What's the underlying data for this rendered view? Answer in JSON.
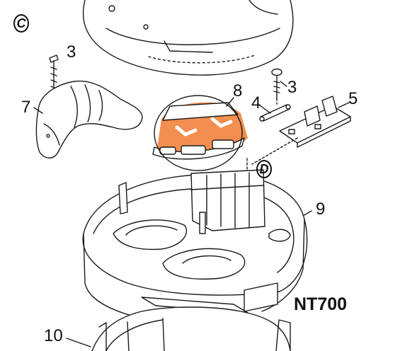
{
  "diagram": {
    "model": "NT700",
    "reference_markers": {
      "c": "C",
      "d": "D"
    },
    "callouts": {
      "screw_left": "3",
      "screw_right": "3",
      "pin": "4",
      "circuit_board": "5",
      "handle": "7",
      "switch_cover": "8",
      "base_housing": "9",
      "lower_part": "10"
    },
    "highlight_color": "#f07a30"
  }
}
